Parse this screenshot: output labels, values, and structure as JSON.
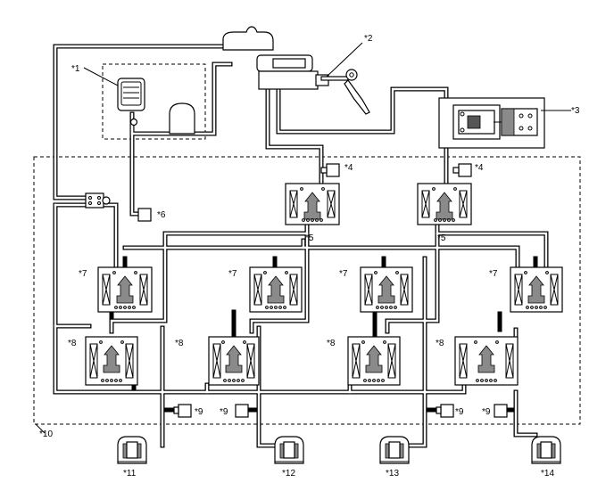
{
  "diagram": {
    "callouts": {
      "c1": "*1",
      "c2": "*2",
      "c3": "*3",
      "c4a": "*4",
      "c4b": "*4",
      "c5a": "*5",
      "c5b": "*5",
      "c6": "*6",
      "c7": [
        "*7",
        "*7",
        "*7",
        "*7"
      ],
      "c8": [
        "*8",
        "*8",
        "*8",
        "*8"
      ],
      "c9": [
        "*9",
        "*9",
        "*9",
        "*9"
      ],
      "c10": "*10",
      "c11": "*11",
      "c12": "*12",
      "c13": "*13",
      "c14": "*14"
    }
  }
}
